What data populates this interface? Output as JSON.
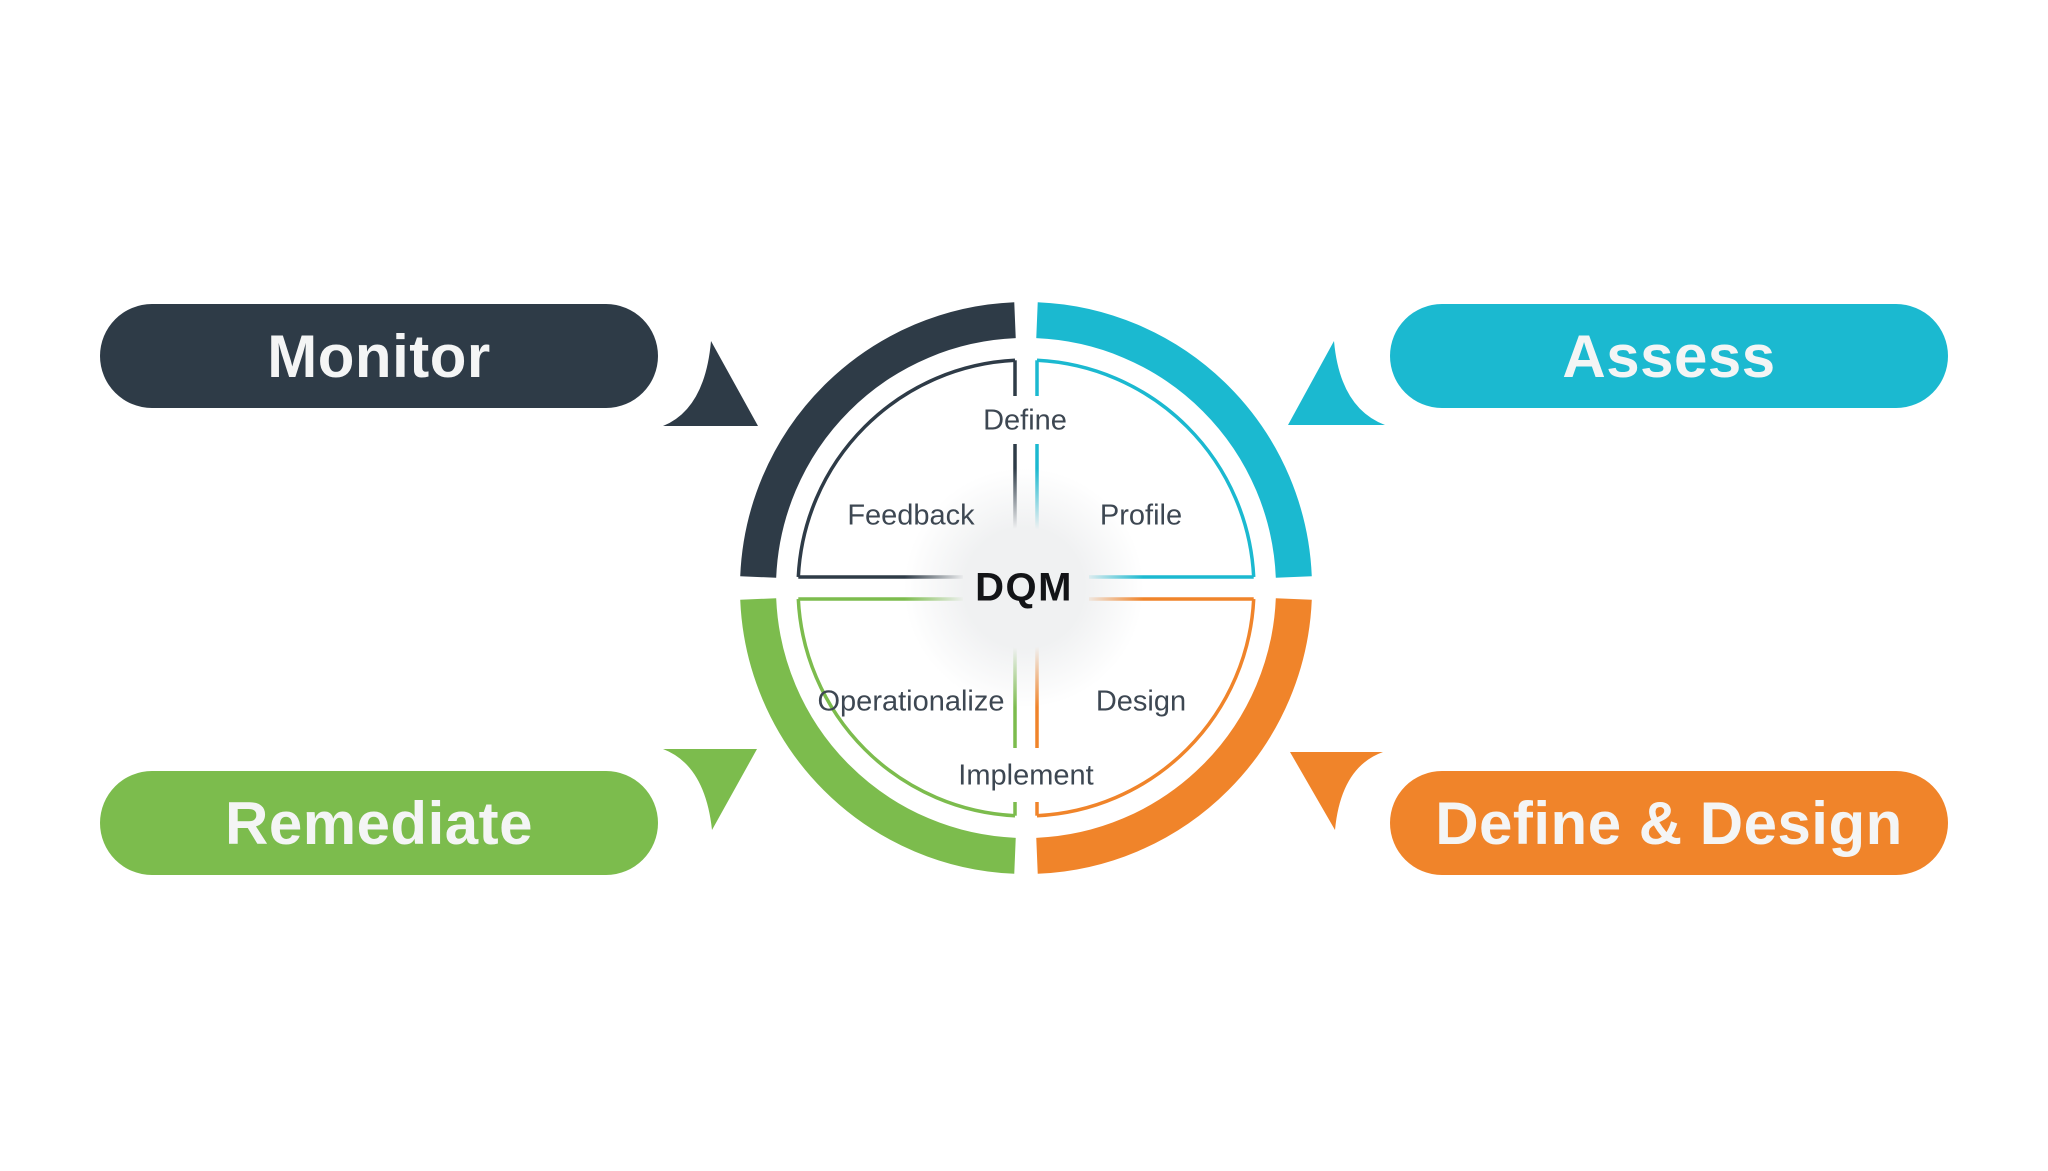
{
  "diagram": {
    "center_label": "DQM",
    "background_color": "#ffffff",
    "stages": [
      {
        "label": "Monitor",
        "color": "#2e3b47",
        "position": "top-left"
      },
      {
        "label": "Assess",
        "color": "#1bb9d0",
        "position": "top-right"
      },
      {
        "label": "Remediate",
        "color": "#7cbc4d",
        "position": "bottom-left"
      },
      {
        "label": "Define & Design",
        "color": "#f0842a",
        "position": "bottom-right"
      }
    ],
    "steps": {
      "define": "Define",
      "profile": "Profile",
      "feedback": "Feedback",
      "design": "Design",
      "implement": "Implement",
      "operationalize": "Operationalize"
    }
  }
}
